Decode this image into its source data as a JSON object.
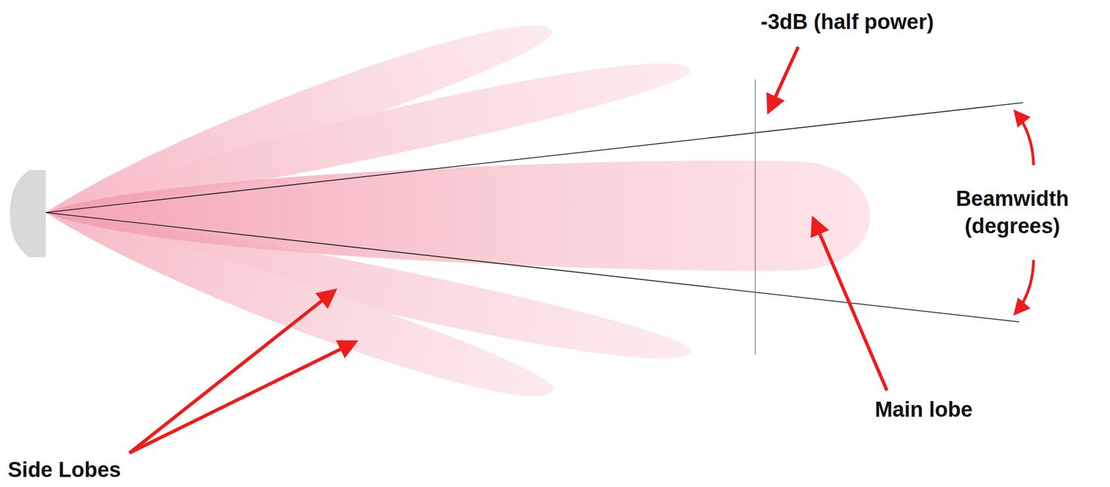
{
  "diagram": {
    "labels": [
      "-3dB (half power)",
      "Beamwidth (degrees)",
      "Main lobe",
      "Side Lobes"
    ]
  }
}
